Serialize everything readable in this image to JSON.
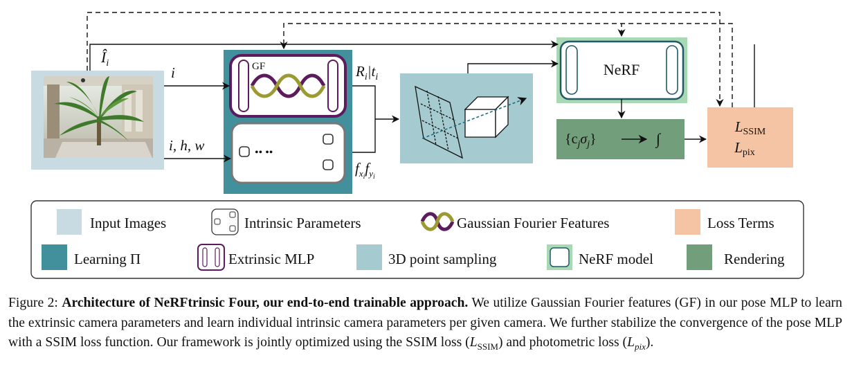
{
  "figure": {
    "labels": {
      "i_hat": "Î",
      "i_hat_sub": "i",
      "i_top": "i",
      "i_hw": "i, h, w",
      "r_t": "R",
      "r_sub": "i",
      "t_part": "|t",
      "t_sub": "i",
      "fxfy": "f",
      "fx_sub": "x",
      "fx_subsub": "i",
      "fy": "f",
      "fy_sub": "y",
      "fy_subsub": "i",
      "gf": "GF",
      "dots": "•• ••",
      "nerf": "NeRF",
      "render_expr": "{c",
      "render_j1": "j",
      "render_sigma": "σ",
      "render_j2": "j",
      "render_close": "}",
      "integral": "∫",
      "loss_ssim": "L",
      "loss_ssim_sub": "SSIM",
      "loss_pix": "L",
      "loss_pix_sub": "pix"
    },
    "colors": {
      "input": "#c9dbe2",
      "learning": "#41909c",
      "sampling": "#a5cbd0",
      "nerf_bg": "#a9d8b5",
      "render": "#739e7c",
      "loss": "#f4c4a4",
      "gf_purple": "#5b1b5c",
      "gf_olive": "#9c9a33"
    }
  },
  "legend": [
    {
      "key": "input",
      "label": "Input Images"
    },
    {
      "key": "intrinsic",
      "label": "Intrinsic Parameters"
    },
    {
      "key": "gff",
      "label": "Gaussian Fourier Features"
    },
    {
      "key": "loss",
      "label": "Loss Terms"
    },
    {
      "key": "learning",
      "label": "Learning Π"
    },
    {
      "key": "extrinsic",
      "label": "Extrinsic MLP"
    },
    {
      "key": "sampling",
      "label": "3D point sampling"
    },
    {
      "key": "nerf",
      "label": "NeRF model"
    },
    {
      "key": "rendering",
      "label": "Rendering"
    }
  ],
  "caption": {
    "prefix": "Figure 2: ",
    "bold": "Architecture of NeRFtrinsic Four, our end-to-end trainable approach.",
    "body1": " We utilize Gaussian Fourier features (GF) in our pose MLP to learn the extrinsic camera parameters and learn individual intrinsic camera parameters per given camera. We further stabilize the convergence of the pose MLP with a SSIM loss function. Our framework is jointly optimized using the SSIM loss (",
    "l1": "L",
    "l1_sub": "SSIM",
    "body2": ") and photometric loss (",
    "l2": "L",
    "l2_sub": "pix",
    "body3": ")."
  }
}
